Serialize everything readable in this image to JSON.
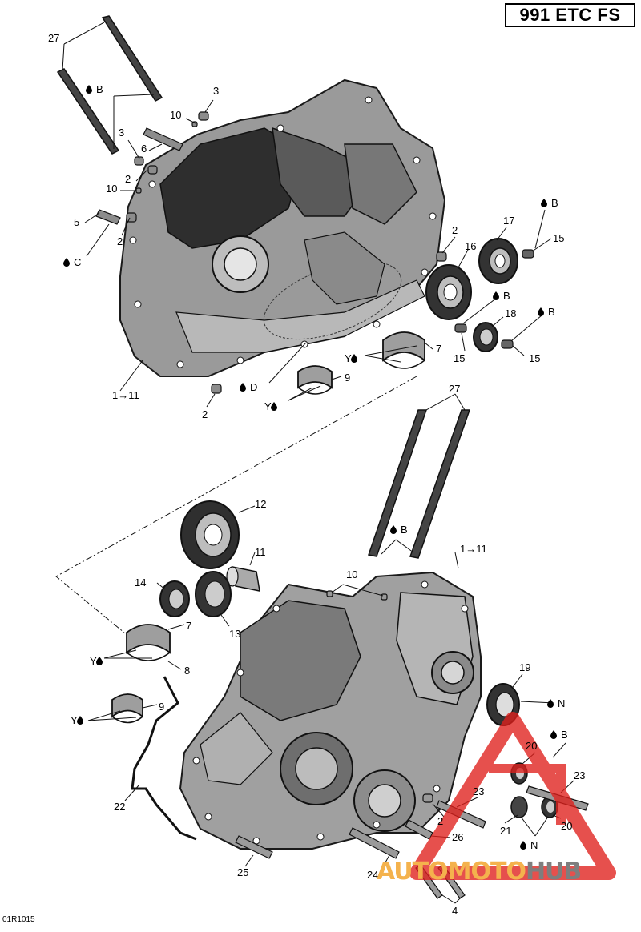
{
  "header": {
    "model": "991 ETC FS"
  },
  "footer": {
    "doc_code": "01R1015"
  },
  "watermark": {
    "part1": "AUTOMOTO",
    "part2": "HUB",
    "color_primary": "#f4b24d",
    "color_secondary": "#7e7e7e",
    "triangle_color": "#e0201c"
  },
  "callouts": [
    "27",
    "B",
    "3",
    "10",
    "3",
    "6",
    "2",
    "10",
    "5",
    "2",
    "C",
    "1→11",
    "2",
    "2",
    "16",
    "17",
    "15",
    "B",
    "B",
    "18",
    "B",
    "15",
    "15",
    "Y",
    "7",
    "D",
    "9",
    "Y",
    "27",
    "B",
    "12",
    "11",
    "1→11",
    "10",
    "14",
    "13",
    "7",
    "Y",
    "8",
    "Y",
    "9",
    "22",
    "19",
    "N",
    "B",
    "20",
    "23",
    "23",
    "2",
    "21",
    "20",
    "N",
    "26",
    "24",
    "25",
    "4"
  ]
}
